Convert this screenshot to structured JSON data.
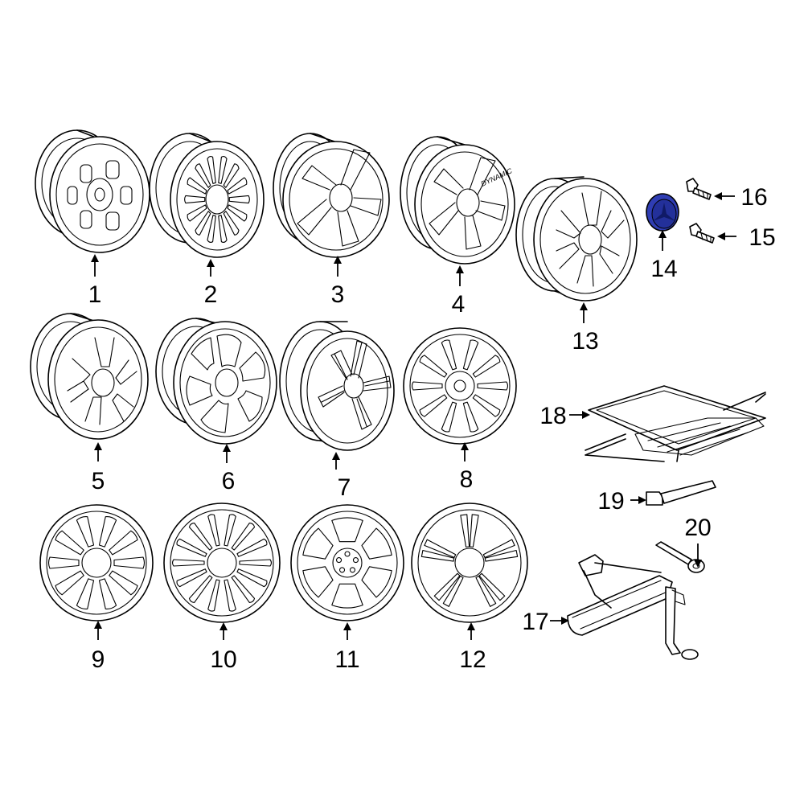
{
  "diagram": {
    "accent_color": "#2f3db3",
    "highlighted_part": "14",
    "wheel_lettering": "DYNAMIC",
    "callouts": [
      {
        "id": "c1",
        "label": "1"
      },
      {
        "id": "c2",
        "label": "2"
      },
      {
        "id": "c3",
        "label": "3"
      },
      {
        "id": "c4",
        "label": "4"
      },
      {
        "id": "c5",
        "label": "5"
      },
      {
        "id": "c6",
        "label": "6"
      },
      {
        "id": "c7",
        "label": "7"
      },
      {
        "id": "c8",
        "label": "8"
      },
      {
        "id": "c9",
        "label": "9"
      },
      {
        "id": "c10",
        "label": "10"
      },
      {
        "id": "c11",
        "label": "11"
      },
      {
        "id": "c12",
        "label": "12"
      },
      {
        "id": "c13",
        "label": "13"
      },
      {
        "id": "c14",
        "label": "14"
      },
      {
        "id": "c15",
        "label": "15"
      },
      {
        "id": "c16",
        "label": "16"
      },
      {
        "id": "c17",
        "label": "17"
      },
      {
        "id": "c18",
        "label": "18"
      },
      {
        "id": "c19",
        "label": "19"
      },
      {
        "id": "c20",
        "label": "20"
      }
    ]
  }
}
